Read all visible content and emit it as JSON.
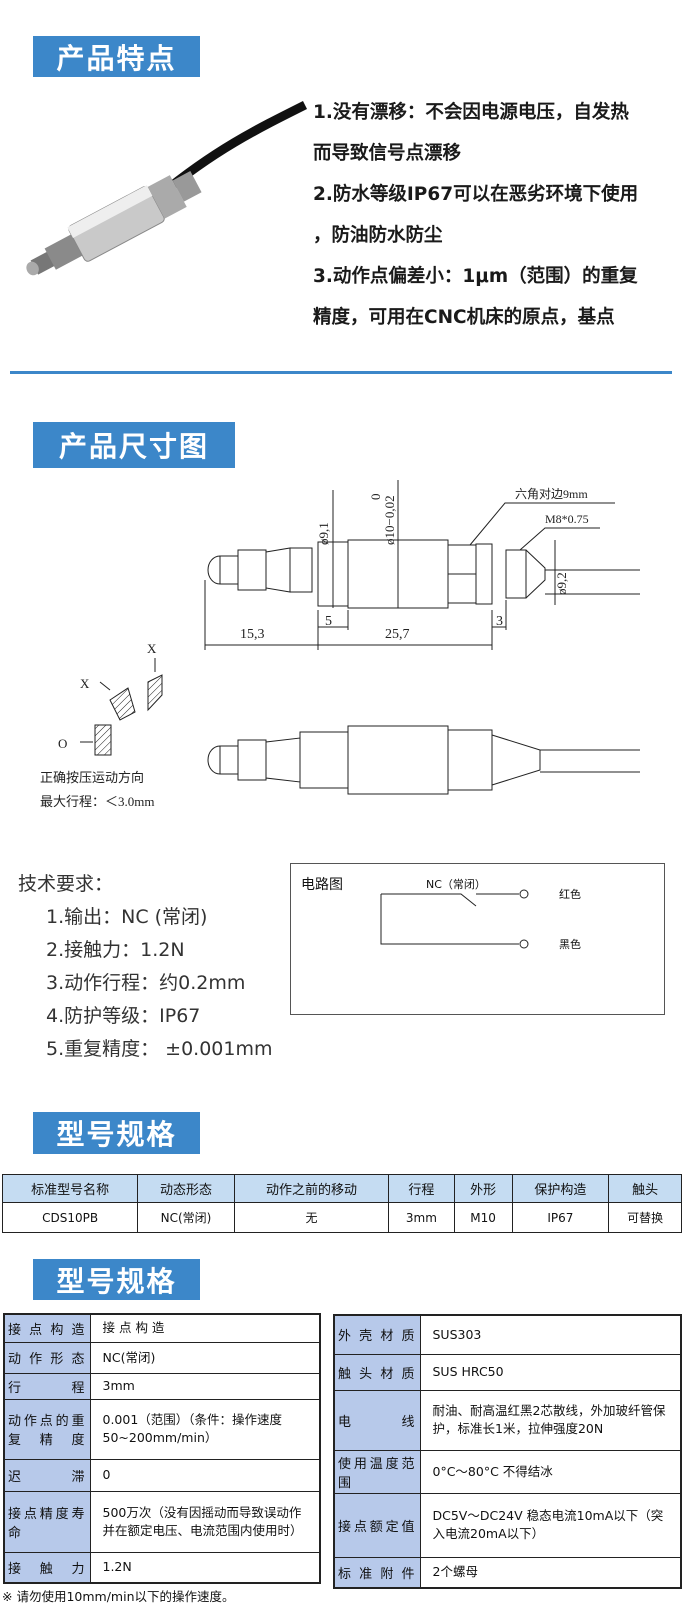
{
  "sections": {
    "features": "产品特点",
    "dimensions": "产品尺寸图",
    "model1": "型号规格",
    "model2": "型号规格"
  },
  "features": [
    "1.没有漂移：不会因电源电压，自发热",
    "而导致信号点漂移",
    "2.防水等级IP67可以在恶劣环境下使用",
    "，防油防水防尘",
    "3.动作点偏差小：1μm（范围）的重复",
    "精度，可用在CNC机床的原点，基点"
  ],
  "drawing": {
    "hex": "六角对边9mm",
    "thread": "M8*0.75",
    "d91": "ø9,1",
    "d10": "ø10−0,02",
    "d10top": "0",
    "d92": "ø9,2",
    "l153": "15,3",
    "l5": "5",
    "l257": "25,7",
    "l3": "3"
  },
  "direction": {
    "x1": "X",
    "x2": "X",
    "o": "O",
    "caption": "正确按压运动方向",
    "max": "最大行程：＜3.0mm"
  },
  "tech": {
    "title": "技术要求：",
    "items": [
      "1.输出：NC (常闭)",
      "2.接触力：1.2N",
      "3.动作行程：约0.2mm",
      "4.防护等级：IP67",
      "5.重复精度： ±0.001mm"
    ]
  },
  "circuit": {
    "title": "电路图",
    "switch": "NC（常闭）",
    "red": "红色",
    "black": "黑色"
  },
  "table1": {
    "headers": [
      "标准型号名称",
      "动态形态",
      "动作之前的移动",
      "行程",
      "外形",
      "保护构造",
      "触头"
    ],
    "row": [
      "CDS10PB",
      "NC(常闭)",
      "无",
      "3mm",
      "M10",
      "IP67",
      "可替换"
    ]
  },
  "spec_left": [
    {
      "label": "接点构造",
      "value": "接 点 构 造"
    },
    {
      "label": "动作形态",
      "value": "NC(常闭)"
    },
    {
      "label": "行程",
      "value": "3mm"
    },
    {
      "label": "动作点的重复精度",
      "value": "0.001（范围）（条件：操作速度50~200mm/min）"
    },
    {
      "label": "迟滞",
      "value": "0"
    },
    {
      "label": "接点精度寿命",
      "value": "500万次（没有因摇动而导致误动作并在额定电压、电流范围内使用时）"
    },
    {
      "label": "接触力",
      "value": "1.2N"
    }
  ],
  "spec_right": [
    {
      "label": "外壳材质",
      "value": "SUS303"
    },
    {
      "label": "触头材质",
      "value": "SUS HRC50"
    },
    {
      "label": "电线",
      "value": "耐油、耐高温红黑2芯散线，外加玻纤管保护，标准长1米，拉伸强度20N"
    },
    {
      "label": "使用温度范围",
      "value": "0°C～80°C 不得结冰"
    },
    {
      "label": "接点额定值",
      "value": "DC5V～DC24V 稳态电流10mA以下（突入电流20mA以下）"
    },
    {
      "label": "标准附件",
      "value": "2个螺母"
    }
  ],
  "note": "※ 请勿使用10mm/min以下的操作速度。"
}
